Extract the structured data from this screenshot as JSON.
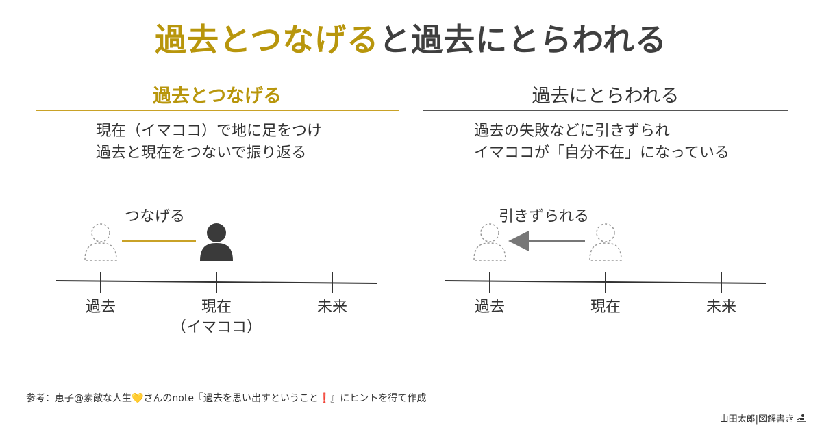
{
  "title": {
    "part1": "過去とつなげる",
    "part2": "と過去にとらわれる"
  },
  "left": {
    "heading": "過去とつなげる",
    "desc": [
      "現在（イマココ）で地に足をつけ",
      "過去と現在をつないで振り返る"
    ],
    "action_label": "つなげる",
    "ticks": [
      "過去",
      "現在",
      "未来"
    ],
    "sublabel": "（イマココ）"
  },
  "right": {
    "heading": "過去にとらわれる",
    "desc": [
      "過去の失敗などに引きずられ",
      "イマココが「自分不在」になっている"
    ],
    "action_label": "引きずられる",
    "ticks": [
      "過去",
      "現在",
      "未来"
    ]
  },
  "footnote": {
    "prefix": "参考：恵子@素敵な人生",
    "heart": "💛",
    "middle": "さんのnote『過去を思い出すということ",
    "excl": "❗",
    "suffix": "』にヒントを得て作成"
  },
  "credit": "山田太郎|図解書き",
  "colors": {
    "gold": "#b8960c",
    "dark": "#3f3f3f",
    "arrow": "#777777"
  }
}
